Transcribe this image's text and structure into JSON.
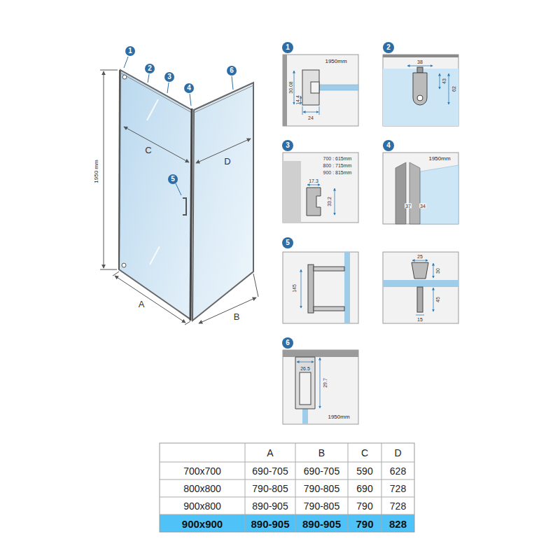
{
  "diagram": {
    "labels": [
      "1",
      "2",
      "3",
      "4",
      "6",
      "5",
      "1950 mm",
      "C",
      "D",
      "A",
      "B",
      "1",
      "1950mm",
      "30.08",
      "14.4",
      "24",
      "2",
      "38",
      "43",
      "62",
      "3",
      "700 : 615mm",
      "800 : 715mm",
      "900 : 815mm",
      "17.3",
      "33.2",
      "4",
      "1950mm",
      "37",
      "34",
      "5",
      "145",
      "25",
      "30",
      "45",
      "15",
      "6",
      "26.5",
      "29.7",
      "1950mm",
      "A",
      "B",
      "C",
      "D",
      "700x700",
      "690-705",
      "690-705",
      "590",
      "628",
      "800x800",
      "790-805",
      "790-805",
      "690",
      "728",
      "900x800",
      "890-905",
      "790-805",
      "790",
      "728",
      "900x900",
      "890-905",
      "890-905",
      "790",
      "828"
    ]
  }
}
